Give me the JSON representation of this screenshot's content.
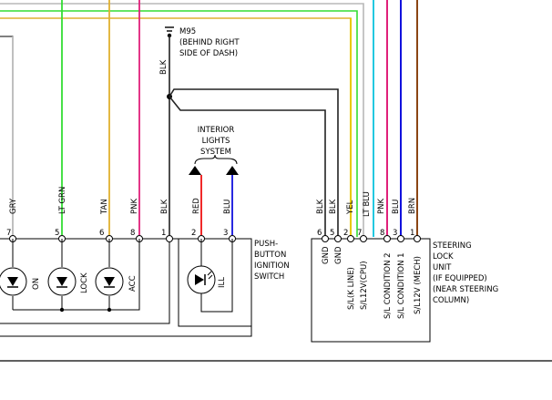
{
  "ground": {
    "id": "M95",
    "line1": "(BEHIND RIGHT",
    "line2": "SIDE OF DASH)",
    "wire_color": "BLK"
  },
  "interior": {
    "line1": "INTERIOR",
    "line2": "LIGHTS",
    "line3": "SYSTEM"
  },
  "push_switch": {
    "line1": "PUSH-",
    "line2": "BUTTON",
    "line3": "IGNITION",
    "line4": "SWITCH",
    "wires": [
      {
        "pin": "7",
        "color": "GRY",
        "hex": "#b8b8b8"
      },
      {
        "pin": "5",
        "color": "LT GRN",
        "hex": "#33dd33"
      },
      {
        "pin": "6",
        "color": "TAN",
        "hex": "#e0b030"
      },
      {
        "pin": "8",
        "color": "PNK",
        "hex": "#e0207a"
      },
      {
        "pin": "1",
        "color": "BLK",
        "hex": "#222222"
      },
      {
        "pin": "2",
        "color": "RED",
        "hex": "#ee1111"
      },
      {
        "pin": "3",
        "color": "BLU",
        "hex": "#1111dd"
      }
    ],
    "indicators": [
      {
        "label": "ON"
      },
      {
        "label": "LOCK"
      },
      {
        "label": "ACC"
      },
      {
        "label": "ILL"
      }
    ]
  },
  "steering_lock": {
    "line1": "STEERING",
    "line2": "LOCK",
    "line3": "UNIT",
    "line4": "(IF EQUIPPED)",
    "line5": "(NEAR STEERING",
    "line6": "COLUMN)",
    "wires": [
      {
        "pin": "6",
        "color": "BLK",
        "hex": "#222222",
        "signal": "GND"
      },
      {
        "pin": "5",
        "color": "BLK",
        "hex": "#222222",
        "signal": "GND"
      },
      {
        "pin": "2",
        "color": "YEL",
        "hex": "#e8c800",
        "signal": "S/L(K LINE)"
      },
      {
        "pin": "7",
        "color": "LT BLU",
        "hex": "#22c8e0",
        "signal": "S/L12V(CPU)"
      },
      {
        "pin": "8",
        "color": "PNK",
        "hex": "#e0207a",
        "signal": "S/L CONDITION 2"
      },
      {
        "pin": "3",
        "color": "BLU",
        "hex": "#1111dd",
        "signal": "S/L CONDITION 1"
      },
      {
        "pin": "1",
        "color": "BRN",
        "hex": "#8b4513",
        "signal": "S/L12V (MECH)"
      }
    ]
  },
  "colors": {
    "gray": "#b8b8b8",
    "lt_grn": "#33dd33",
    "tan": "#e0b030",
    "pnk": "#e0207a",
    "blk": "#222222",
    "red": "#ee1111",
    "blu": "#1111dd",
    "yel": "#e8c800",
    "lt_blu": "#22c8e0",
    "brn": "#8b4513",
    "red_top": "#dd1111",
    "orange_top": "#e0a040"
  }
}
